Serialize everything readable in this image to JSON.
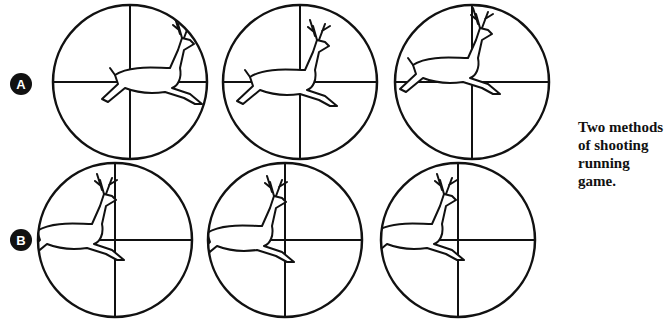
{
  "diagram": {
    "caption": "Two methods of shooting running game.",
    "nodes": [
      {
        "text": [
          "A"
        ]
      },
      {
        "text": [
          "B"
        ]
      }
    ]
  }
}
